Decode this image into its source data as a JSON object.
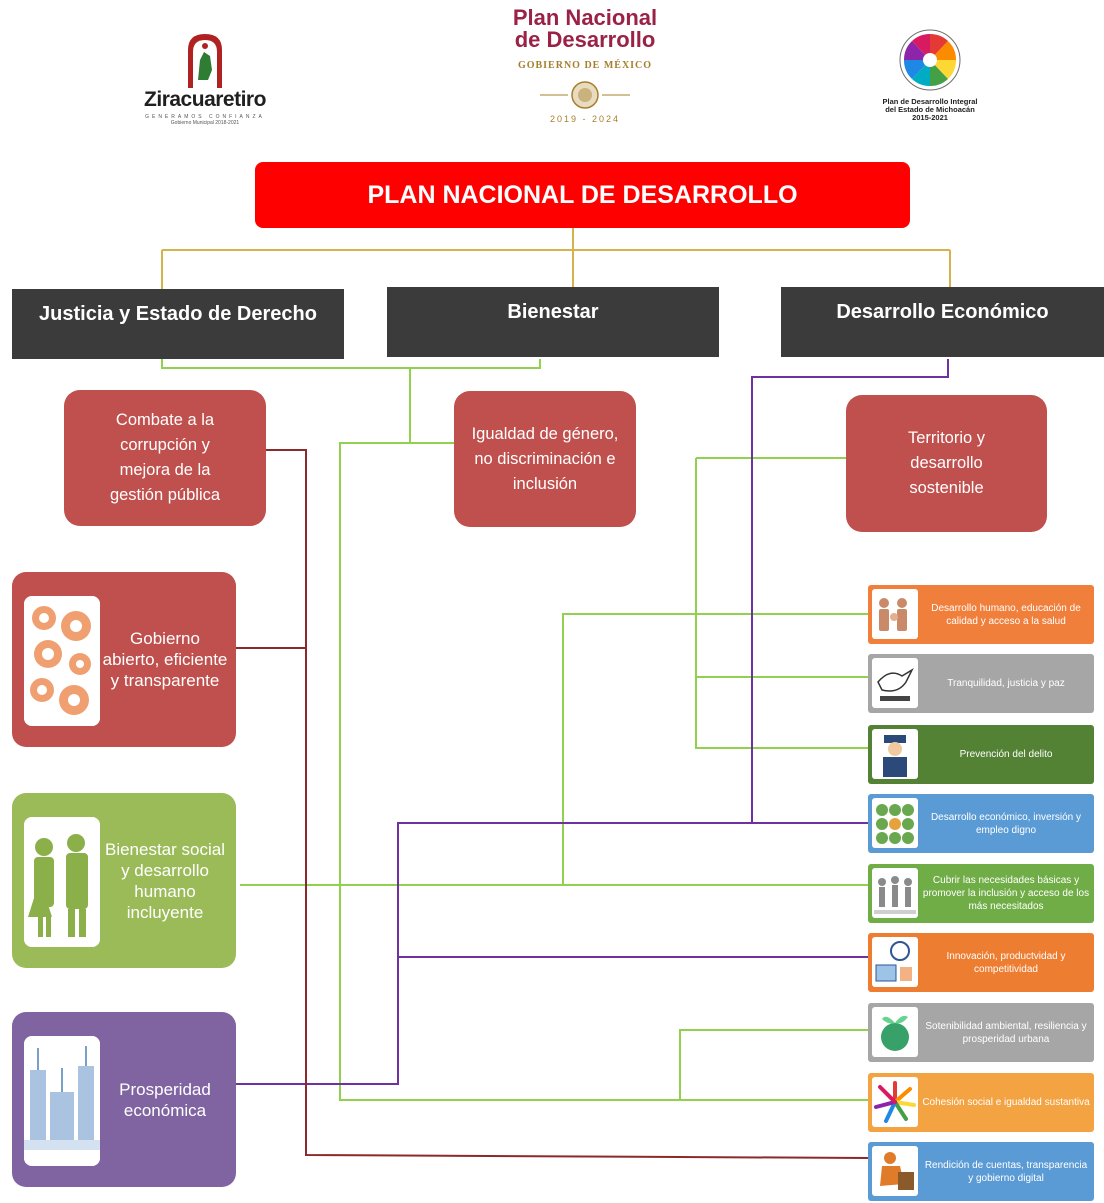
{
  "logos": {
    "ziracuaretiro": {
      "name": "Ziracuaretiro",
      "subtitle": "GENERAMOS CONFIANZA",
      "caption": "Gobierno Municipal 2018-2021"
    },
    "pnd": {
      "line1": "Plan Nacional",
      "line2": "de Desarrollo",
      "gov": "GOBIERNO DE MÉXICO",
      "years": "2019 - 2024"
    },
    "michoacan": {
      "caption": "Plan de Desarrollo Integral del Estado de Michoacán 2015-2021"
    }
  },
  "title": "PLAN NACIONAL DE DESARROLLO",
  "axes": [
    {
      "label": "Justicia y Estado de Derecho"
    },
    {
      "label": "Bienestar"
    },
    {
      "label": "Desarrollo Económico"
    }
  ],
  "objectives": [
    {
      "label": "Combate a la corrupción y mejora de la gestión pública"
    },
    {
      "label": "Igualdad de género, no discriminación e inclusión"
    },
    {
      "label": "Territorio y desarrollo sostenible"
    }
  ],
  "programs": [
    {
      "label": "Gobierno abierto, eficiente y transparente",
      "color": "#c0504d",
      "icon": "gears-icon"
    },
    {
      "label": "Bienestar social y desarrollo humano incluyente",
      "color": "#9bbb59",
      "icon": "people-icon"
    },
    {
      "label": "Prosperidad económica",
      "color": "#8064a2",
      "icon": "city-icon"
    }
  ],
  "strategies": [
    {
      "label": "Desarrollo humano, educación de calidad y acceso a la salud",
      "color": "#f07f3c",
      "icon": "family-icon"
    },
    {
      "label": "Tranquilidad, justicia y paz",
      "color": "#a6a6a6",
      "icon": "dove-icon"
    },
    {
      "label": "Prevención del delito",
      "color": "#548235",
      "icon": "police-icon"
    },
    {
      "label": "Desarrollo económico, inversión y empleo digno",
      "color": "#5b9bd5",
      "icon": "produce-icon"
    },
    {
      "label": "Cubrir las necesidades básicas y promover la inclusión y acceso de los más necesitados",
      "color": "#70ad47",
      "icon": "inclusion-icon"
    },
    {
      "label": "Innovación, productvidad y competitividad",
      "color": "#ed7d31",
      "icon": "innovation-icon"
    },
    {
      "label": "Sotenibilidad ambiental, resiliencia y prosperidad urbana",
      "color": "#a6a6a6",
      "icon": "globe-plant-icon"
    },
    {
      "label": "Cohesión social e igualdad sustantiva",
      "color": "#f4a343",
      "icon": "hands-circle-icon"
    },
    {
      "label": "Rendición de cuentas, transparencia y gobierno digital",
      "color": "#5b9bd5",
      "icon": "worker-icon"
    }
  ],
  "colors": {
    "title": "#fe0000",
    "axis": "#3b3b3b",
    "tree_lines": "#d4b24c",
    "green_lines": "#92d050",
    "purple_lines": "#7030a0",
    "red_lines": "#8b2a2a"
  }
}
